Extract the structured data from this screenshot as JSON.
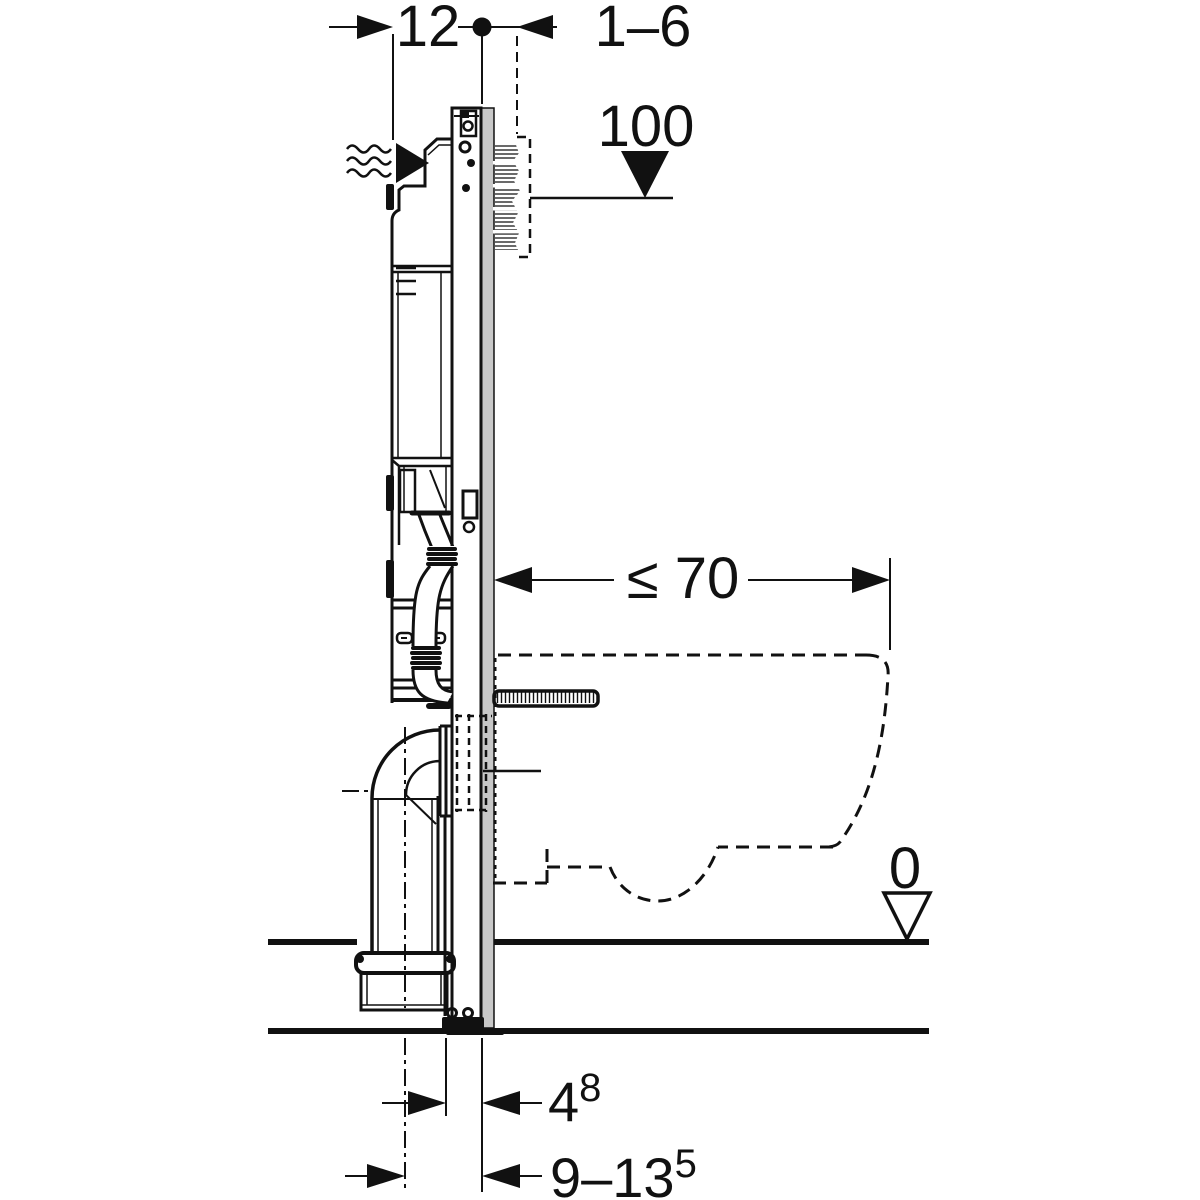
{
  "drawing": {
    "kind": "installation-diagram-side-view",
    "dimensions": {
      "frame_depth": "12",
      "wall_finish_thickness": "1–6",
      "actuator_height": "100",
      "bowl_projection": "≤ 70",
      "floor_datum": "0",
      "front_offset": {
        "value": "4",
        "sup": "8"
      },
      "outlet_offset": {
        "value": "9–13",
        "sup": "5"
      }
    },
    "colors": {
      "line": "#111111",
      "panel_gray": "#c8c8c8",
      "background": "#ffffff"
    }
  }
}
